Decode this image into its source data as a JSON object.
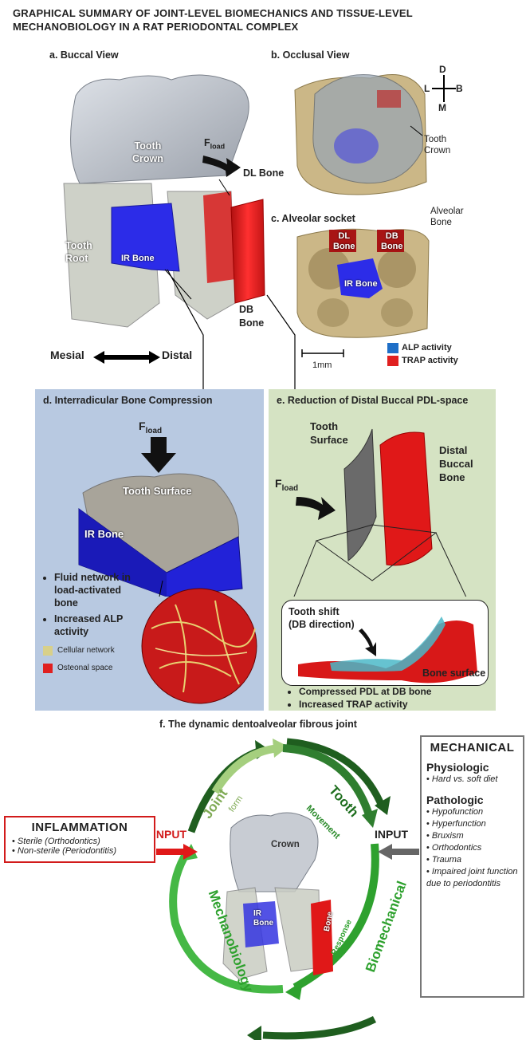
{
  "title": "GRAPHICAL SUMMARY OF JOINT-LEVEL BIOMECHANICS AND TISSUE-LEVEL MECHANOBIOLOGY IN A RAT PERIODONTAL COMPLEX",
  "panel_a": {
    "title": "a. Buccal View",
    "tooth_crown": "Tooth\nCrown",
    "fload_f": "F",
    "fload_sub": "load",
    "dl_bone": "DL Bone",
    "tooth_root": "Tooth\nRoot",
    "ir_bone": "IR Bone",
    "db_bone": "DB\nBone",
    "mesial": "Mesial",
    "distal": "Distal"
  },
  "panel_b": {
    "title": "b. Occlusal View",
    "compass_d": "D",
    "compass_l": "L",
    "compass_b": "B",
    "compass_m": "M",
    "tooth_crown": "Tooth\nCrown",
    "alveolar_bone": "Alveolar\nBone"
  },
  "panel_c": {
    "title": "c. Alveolar socket",
    "dl_bone": "DL\nBone",
    "db_bone": "DB\nBone",
    "ir_bone": "IR Bone",
    "scale": "1mm",
    "legend": [
      {
        "label": "ALP activity",
        "color": "#1f6fc7"
      },
      {
        "label": "TRAP activity",
        "color": "#e02020"
      }
    ]
  },
  "panel_d": {
    "title": "d. Interradicular Bone Compression",
    "fload_f": "F",
    "fload_sub": "load",
    "tooth_surface": "Tooth Surface",
    "ir_bone": "IR Bone",
    "bullets": [
      "Fluid network in load-activated bone",
      "Increased ALP activity"
    ],
    "legend": [
      {
        "label": "Cellular network",
        "color": "#d8d08a"
      },
      {
        "label": "Osteonal space",
        "color": "#e02020"
      }
    ]
  },
  "panel_e": {
    "title": "e. Reduction of Distal Buccal PDL-space",
    "tooth_surface": "Tooth\nSurface",
    "distal_buccal_bone": "Distal\nBuccal\nBone",
    "fload_f": "F",
    "fload_sub": "load",
    "tooth_shift": "Tooth shift\n(DB direction)",
    "bone_surface": "Bone surface",
    "bullets": [
      "Compressed PDL at DB bone",
      "Increased TRAP activity"
    ]
  },
  "panel_f": {
    "title": "f. The dynamic dentoalveolar fibrous joint",
    "joint": "Joint",
    "form": "form",
    "tooth": "Tooth",
    "movement": "Movement",
    "biomechanical": "Biomechanical",
    "response": "Response",
    "mechanobiology": "Mechanobiology",
    "crown": "Crown",
    "ir_bone": "IR\nBone",
    "bone": "Bone",
    "input_left": "INPUT",
    "input_right": "INPUT"
  },
  "inflammation": {
    "heading": "INFLAMMATION",
    "items": [
      "Sterile (Orthodontics)",
      "Non-sterile (Periodontitis)"
    ]
  },
  "mechanical": {
    "heading": "MECHANICAL",
    "physiologic": "Physiologic",
    "physiologic_items": [
      "Hard vs. soft diet"
    ],
    "pathologic": "Pathologic",
    "pathologic_items": [
      "Hypofunction",
      "Hyperfunction",
      "Bruxism",
      "Orthodontics",
      "Trauma",
      "Impaired joint function due to periodontitis"
    ]
  },
  "colors": {
    "alp_blue": "#2a2ae0",
    "trap_red": "#e01818",
    "bone_tan": "#cbb787",
    "tooth_gray": "#b8bcc4",
    "panel_d_bg": "#b8c9e1",
    "panel_e_bg": "#d5e3c3",
    "arrow_dark_green": "#1f5e1f",
    "arrow_green": "#2ea12e",
    "arrow_light_green": "#a5cf7e"
  }
}
